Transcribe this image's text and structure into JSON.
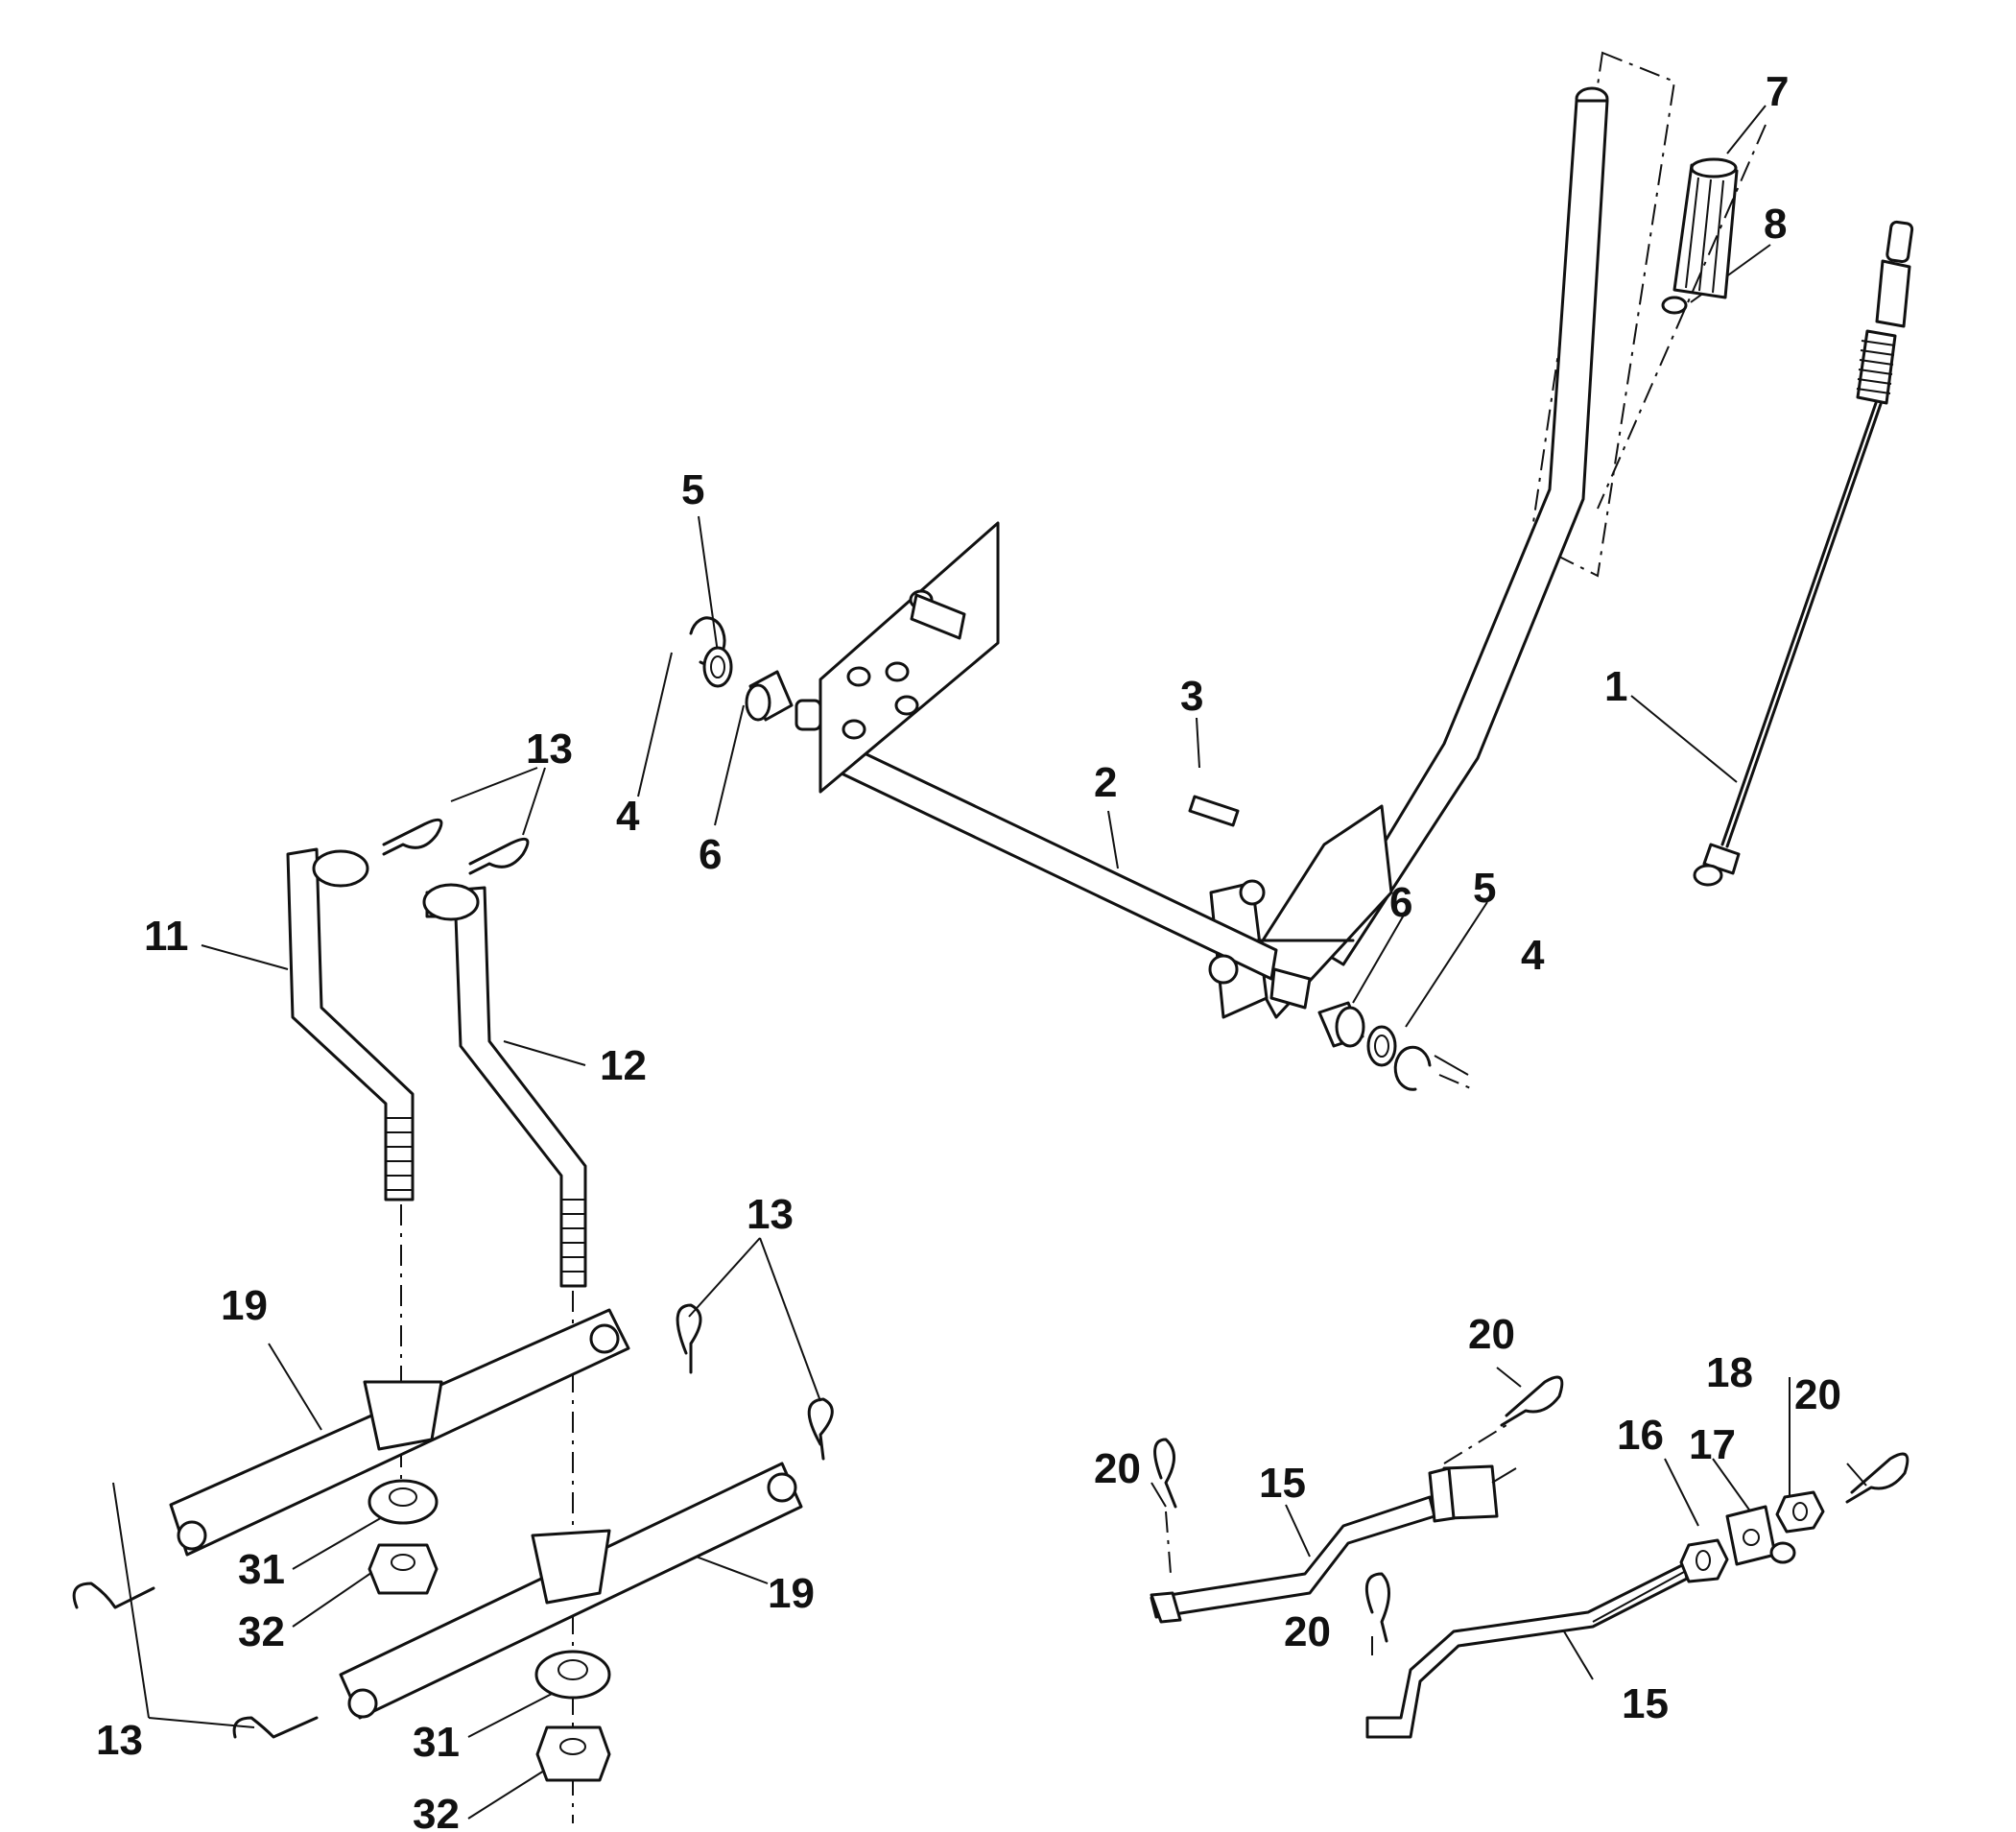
{
  "callouts": [
    {
      "id": "c1",
      "label": "1"
    },
    {
      "id": "c2",
      "label": "2"
    },
    {
      "id": "c3",
      "label": "3"
    },
    {
      "id": "c4a",
      "label": "4"
    },
    {
      "id": "c4b",
      "label": "4"
    },
    {
      "id": "c5a",
      "label": "5"
    },
    {
      "id": "c5b",
      "label": "5"
    },
    {
      "id": "c6a",
      "label": "6"
    },
    {
      "id": "c6b",
      "label": "6"
    },
    {
      "id": "c7",
      "label": "7"
    },
    {
      "id": "c8",
      "label": "8"
    },
    {
      "id": "c11",
      "label": "11"
    },
    {
      "id": "c12",
      "label": "12"
    },
    {
      "id": "c13a",
      "label": "13"
    },
    {
      "id": "c13b",
      "label": "13"
    },
    {
      "id": "c13c",
      "label": "13"
    },
    {
      "id": "c15a",
      "label": "15"
    },
    {
      "id": "c15b",
      "label": "15"
    },
    {
      "id": "c16",
      "label": "16"
    },
    {
      "id": "c17",
      "label": "17"
    },
    {
      "id": "c18",
      "label": "18"
    },
    {
      "id": "c19a",
      "label": "19"
    },
    {
      "id": "c19b",
      "label": "19"
    },
    {
      "id": "c20a",
      "label": "20"
    },
    {
      "id": "c20b",
      "label": "20"
    },
    {
      "id": "c20c",
      "label": "20"
    },
    {
      "id": "c20d",
      "label": "20"
    },
    {
      "id": "c31a",
      "label": "31"
    },
    {
      "id": "c31b",
      "label": "31"
    },
    {
      "id": "c32a",
      "label": "32"
    },
    {
      "id": "c32b",
      "label": "32"
    }
  ]
}
